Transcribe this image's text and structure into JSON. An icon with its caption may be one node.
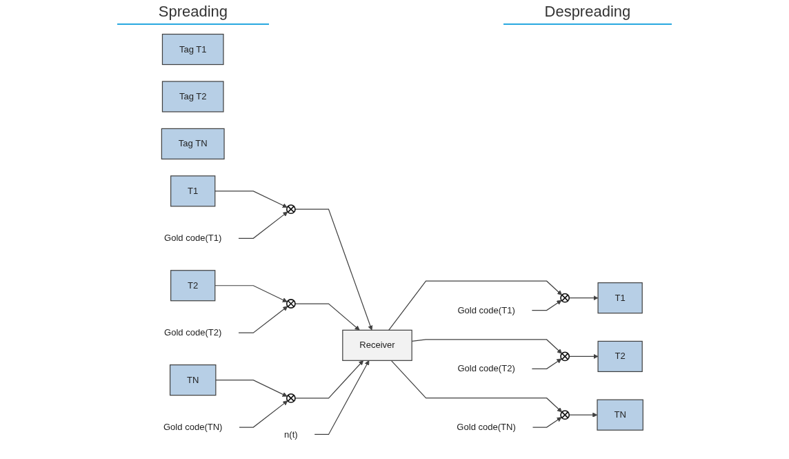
{
  "diagram": {
    "nodes": [
      {
        "text": [
          "Tag T1"
        ]
      },
      {
        "text": [
          "Tag T2"
        ]
      },
      {
        "text": [
          "Tag TN"
        ]
      },
      {
        "text": [
          "T1"
        ]
      },
      {
        "text": [
          "T2"
        ]
      },
      {
        "text": [
          "TN"
        ]
      },
      {
        "text": [],
        "shape": "circle"
      },
      {
        "text": [],
        "shape": "circle"
      },
      {
        "text": [],
        "shape": "circle"
      },
      {
        "text": [
          "Gold code(T1)"
        ]
      },
      {
        "text": [
          "Gold code(T2)"
        ]
      },
      {
        "text": [
          "Gold code(TN)"
        ]
      },
      {
        "text": [
          "Receiver"
        ]
      },
      {
        "text": [
          "n(t)"
        ]
      },
      {
        "text": [],
        "shape": "circle"
      },
      {
        "text": [],
        "shape": "circle"
      },
      {
        "text": [],
        "shape": "circle"
      },
      {
        "text": [
          "Gold code(T1)"
        ]
      },
      {
        "text": [
          "Gold code(T2)"
        ]
      },
      {
        "text": [
          "Gold code(TN)"
        ]
      },
      {
        "text": [
          "T1"
        ]
      },
      {
        "text": [
          "T2"
        ]
      },
      {
        "text": [
          "TN"
        ]
      }
    ],
    "edges": [
      {
        "from": 3,
        "to": 6,
        "arrow": "to"
      },
      {
        "from": 9,
        "to": 6,
        "arrow": "to"
      },
      {
        "from": 4,
        "to": 7,
        "arrow": "to"
      },
      {
        "from": 10,
        "to": 7,
        "arrow": "to"
      },
      {
        "from": 5,
        "to": 8,
        "arrow": "to"
      },
      {
        "from": 11,
        "to": 8,
        "arrow": "to"
      },
      {
        "from": 6,
        "to": 12,
        "arrow": "to"
      },
      {
        "from": 7,
        "to": 12,
        "arrow": "to"
      },
      {
        "from": 8,
        "to": 12,
        "arrow": "to"
      },
      {
        "from": 13,
        "to": 12,
        "arrow": "to"
      },
      {
        "from": 12,
        "to": 14,
        "arrow": "to"
      },
      {
        "from": 12,
        "to": 15,
        "arrow": "to"
      },
      {
        "from": 12,
        "to": 16,
        "arrow": "to"
      },
      {
        "from": 17,
        "to": 14,
        "arrow": "to"
      },
      {
        "from": 18,
        "to": 15,
        "arrow": "to"
      },
      {
        "from": 19,
        "to": 16,
        "arrow": "to"
      },
      {
        "from": 14,
        "to": 20,
        "arrow": "to"
      },
      {
        "from": 15,
        "to": 21,
        "arrow": "to"
      },
      {
        "from": 16,
        "to": 22,
        "arrow": "to"
      }
    ],
    "labels": [
      "Spreading",
      "Despreading"
    ]
  }
}
